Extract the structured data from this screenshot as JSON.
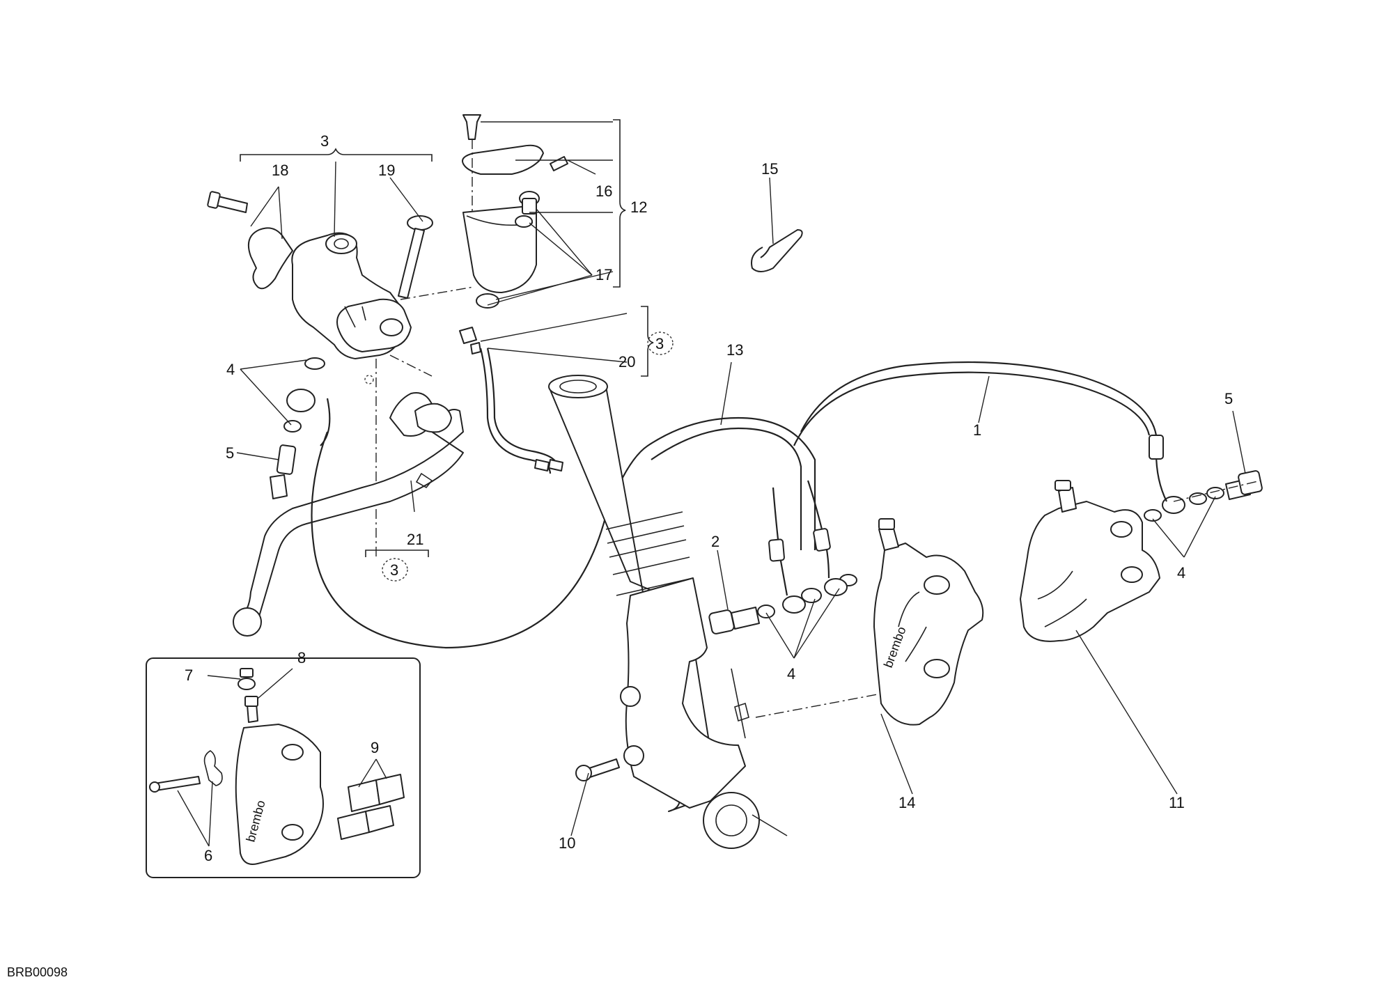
{
  "diagram_code": "BRB00098",
  "callouts": [
    {
      "id": "c-1",
      "label": "1"
    },
    {
      "id": "c-2",
      "label": "2"
    },
    {
      "id": "c-3-top",
      "label": "3"
    },
    {
      "id": "c-3-ref-a",
      "label": "3"
    },
    {
      "id": "c-3-ref-b",
      "label": "3"
    },
    {
      "id": "c-4-left",
      "label": "4"
    },
    {
      "id": "c-4-mid",
      "label": "4"
    },
    {
      "id": "c-4-right",
      "label": "4"
    },
    {
      "id": "c-5-left",
      "label": "5"
    },
    {
      "id": "c-5-right",
      "label": "5"
    },
    {
      "id": "c-6",
      "label": "6"
    },
    {
      "id": "c-7",
      "label": "7"
    },
    {
      "id": "c-8",
      "label": "8"
    },
    {
      "id": "c-9",
      "label": "9"
    },
    {
      "id": "c-10",
      "label": "10"
    },
    {
      "id": "c-11",
      "label": "11"
    },
    {
      "id": "c-12",
      "label": "12"
    },
    {
      "id": "c-13",
      "label": "13"
    },
    {
      "id": "c-14",
      "label": "14"
    },
    {
      "id": "c-15",
      "label": "15"
    },
    {
      "id": "c-16",
      "label": "16"
    },
    {
      "id": "c-17",
      "label": "17"
    },
    {
      "id": "c-18",
      "label": "18"
    },
    {
      "id": "c-19",
      "label": "19"
    },
    {
      "id": "c-20",
      "label": "20"
    },
    {
      "id": "c-21",
      "label": "21"
    }
  ]
}
